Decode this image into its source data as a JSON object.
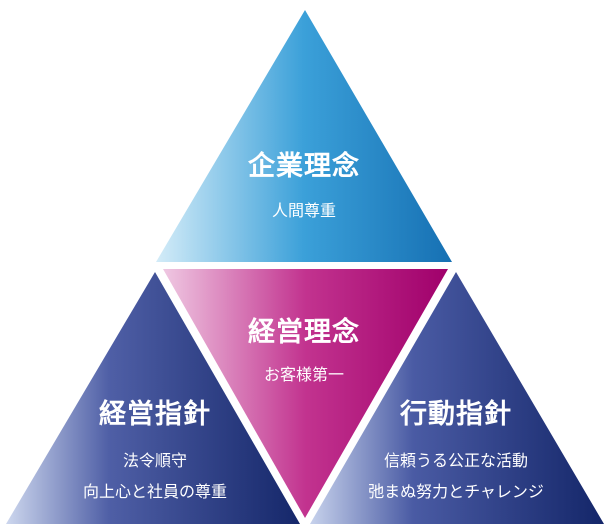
{
  "diagram": {
    "top": {
      "title": "企業理念",
      "lines": [
        "人間尊重"
      ]
    },
    "center": {
      "title": "経営理念",
      "lines": [
        "お客様第一"
      ]
    },
    "left": {
      "title": "経営指針",
      "lines": [
        "法令順守",
        "向上心と社員の尊重"
      ]
    },
    "right": {
      "title": "行動指針",
      "lines": [
        "信頼うる公正な活動",
        "弛まぬ努力とチャレンジ"
      ]
    }
  },
  "colors": {
    "top_light": "#d4ecf8",
    "top_dark": "#1873b6",
    "center_light": "#efc8e2",
    "center_dark": "#a7006f",
    "side_light": "#c8d3ec",
    "side_dark": "#17286a"
  }
}
